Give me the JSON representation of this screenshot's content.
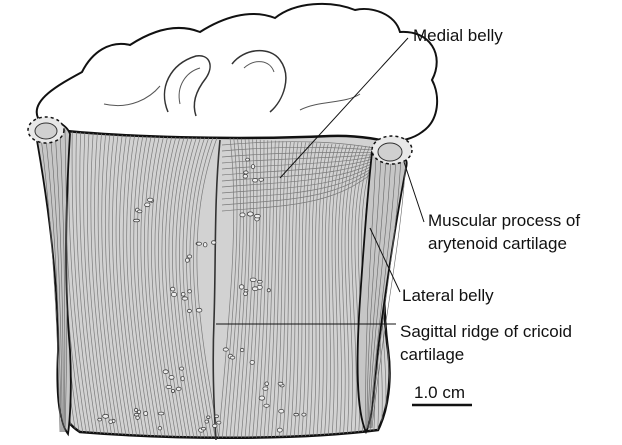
{
  "labels": {
    "medial_belly": "Medial belly",
    "muscular_process_line1": "Muscular process of",
    "muscular_process_line2": "arytenoid cartilage",
    "lateral_belly": "Lateral belly",
    "sagittal_ridge_line1": "Sagittal ridge of cricoid",
    "sagittal_ridge_line2": "cartilage",
    "scale_bar": "1.0 cm"
  },
  "colors": {
    "outline": "#111111",
    "muscle_fill": "#d2d2d2",
    "muscle_shade": "#bdbdbd",
    "fiber": "#7a7a7a",
    "cartilage_fill": "#ffffff"
  },
  "icons": {
    "muscle": "posterior-cricoarytenoid-muscle-illustration"
  }
}
